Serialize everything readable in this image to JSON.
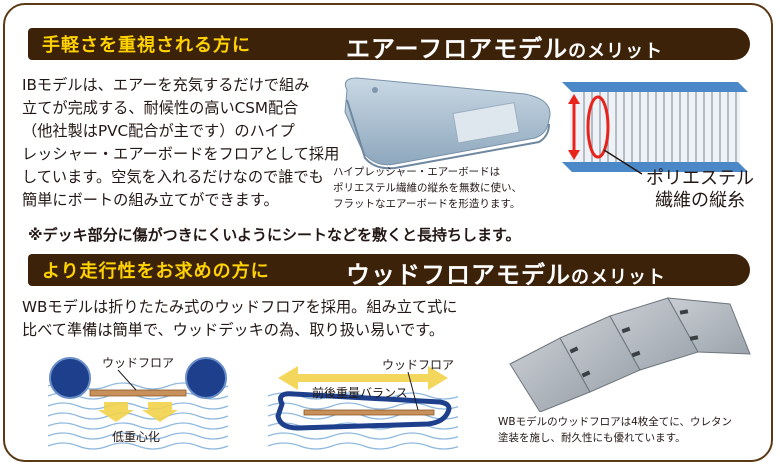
{
  "section1": {
    "banner_lead": "手軽さを重視される方に",
    "banner_title": "エアーフロアモデル",
    "banner_suffix": "のメリット",
    "body_lines": [
      "IBモデルは、エアーを充気するだけで組み",
      "立てが完成する、耐候性の高いCSM配合",
      "（他社製はPVC配合が主です）のハイプ",
      "レッシャー・エアーボードをフロアとして採用",
      "しています。空気を入れるだけなので誰でも",
      "簡単にボートの組み立てができます。"
    ],
    "board_caption_lines": [
      "ハイプレッシャー・エアーボードは",
      "ポリエステル繊維の縦糸を無数に使い、",
      "フラットなエアーボードを形造ります。"
    ],
    "fiber_label_lines": [
      "ポリエステル",
      "繊維の縦糸"
    ],
    "note": "※デッキ部分に傷がつきにくいようにシートなどを敷くと長持ちします。"
  },
  "section2": {
    "banner_lead": "より走行性をお求めの方に",
    "banner_title": "ウッドフロアモデル",
    "banner_suffix": "のメリット",
    "body_lines": [
      "WBモデルは折りたたみ式のウッドフロアを採用。組み立て式に",
      "比べて準備は簡単で、ウッドデッキの為、取り扱い易いです。"
    ],
    "diagram1": {
      "floor_label": "ウッドフロア",
      "gravity_label": "低重心化"
    },
    "diagram2": {
      "floor_label": "ウッドフロア",
      "balance_label": "前後重量バランス"
    },
    "floor_caption_lines": [
      "WBモデルのウッドフロアは4枚全てに、ウレタン",
      "塗装を施し、耐久性にも優れています。"
    ]
  },
  "colors": {
    "banner_bg": "#3d220a",
    "banner_lead": "#ffd200",
    "frame": "#5a3a14",
    "water": "#3d82c4",
    "tube": "#1d3f8c",
    "wood": "#c8905a",
    "arrow_yellow": "#f2d24a",
    "highlight_red": "#e8231c"
  }
}
